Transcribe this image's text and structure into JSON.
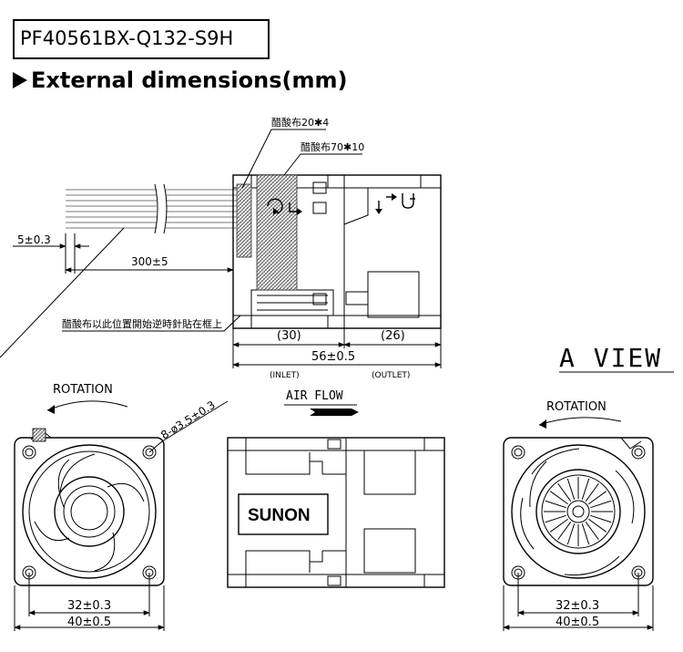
{
  "model": "PF40561BX-Q132-S9H",
  "heading": "External dimensions(mm)",
  "side_view": {
    "tape1_label": "醋酸布20✱4",
    "tape2_label": "醋酸布70✱10",
    "tape3_label": "醋酸布以此位置開始逆時針貼在框上",
    "strip_dim": "5±0.3",
    "lead_dim": "300±5",
    "inlet_dim": "(30)",
    "outlet_dim": "(26)",
    "total_dim": "56±0.5",
    "inlet_label": "(INLET)",
    "outlet_label": "(OUTLET)"
  },
  "a_view_label": "A  VIEW",
  "air_flow_label": "AIR FLOW",
  "brand": "SUNON",
  "front_view": {
    "rotation_label": "ROTATION",
    "hole_dim": "8-ø3.5±0.3",
    "inner_dim": "32±0.3",
    "outer_dim": "40±0.5"
  },
  "back_view": {
    "rotation_label": "ROTATION",
    "inner_dim": "32±0.3",
    "outer_dim": "40±0.5"
  },
  "icons": [
    "airflow-arrow-icon",
    "rotation-arrow-icon",
    "ul-mark-icon",
    "flow-direction-icon"
  ]
}
